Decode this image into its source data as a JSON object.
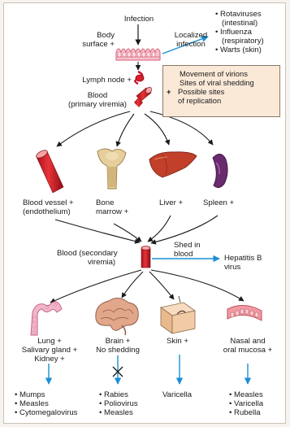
{
  "diagram": {
    "infection": "Infection",
    "body_surface": [
      "Body",
      "surface +"
    ],
    "localized_infection": [
      "Localized",
      "infection"
    ],
    "localized_examples": [
      "• Rotaviruses",
      "(intestinal)",
      "• Influenza",
      "(respiratory)",
      "• Warts (skin)"
    ],
    "lymph_node": "Lymph node +",
    "blood_primary": [
      "Blood",
      "(primary viremia)"
    ],
    "legend": {
      "items": [
        {
          "symbol": "→",
          "label": "Movement of virions"
        },
        {
          "symbol": "→",
          "label": "Sites of viral shedding"
        },
        {
          "symbol": "+",
          "label": "Possible sites"
        },
        {
          "symbol": "",
          "label": "of replication"
        }
      ],
      "colors": {
        "movement": "#1a1a1a",
        "shedding": "#1a8fd6",
        "box_bg": "#fbe9d8"
      }
    },
    "organs_row1": {
      "blood_vessel": [
        "Blood vessel +",
        "(endothelium)"
      ],
      "bone_marrow": [
        "Bone",
        "marrow +"
      ],
      "liver": "Liver +",
      "spleen": "Spleen +"
    },
    "blood_secondary": [
      "Blood (secondary",
      "viremia)"
    ],
    "shed_in_blood": [
      "Shed in",
      "blood"
    ],
    "hepatitis_b": [
      "Hepatitis B",
      "virus"
    ],
    "organs_row2": {
      "lung": [
        "Lung +",
        "Salivary gland +",
        "Kidney +"
      ],
      "brain": [
        "Brain +",
        "No shedding"
      ],
      "skin": "Skin +",
      "nasal": [
        "Nasal and",
        "oral mucosa +"
      ]
    },
    "examples": {
      "lung": [
        "• Mumps",
        "• Measles",
        "• Cytomegalovirus"
      ],
      "brain": [
        "• Rabies",
        "• Poliovirus",
        "• Measles"
      ],
      "skin": [
        "Varicella"
      ],
      "nasal": [
        "• Measles",
        "• Varicella",
        "• Rubella"
      ]
    },
    "icons": [
      "intestinal-villi-icon",
      "lymph-node-icon",
      "blood-vessel-icon",
      "bone-icon",
      "liver-icon",
      "spleen-icon",
      "lung-icon",
      "brain-icon",
      "skin-icon",
      "mucosa-icon"
    ]
  }
}
